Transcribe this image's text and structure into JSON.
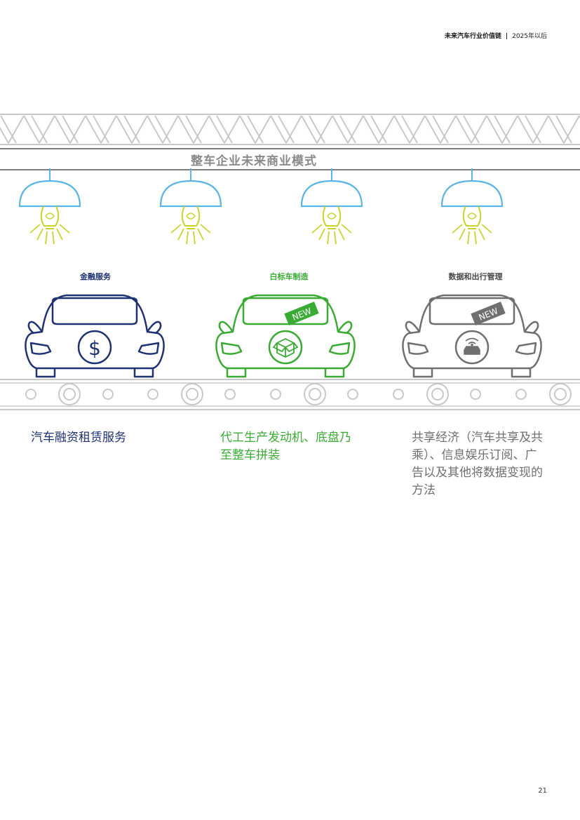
{
  "header": {
    "title": "未来汽车行业价值链",
    "separator": "|",
    "year": "2025年以后"
  },
  "section_title": "整车企业未来商业模式",
  "colors": {
    "navy": "#1f3272",
    "green": "#3aaa35",
    "gray": "#6f6f6f",
    "lamp_blue": "#5ab4e5",
    "bulb_yellow": "#c9d42a",
    "truss_gray": "#c8c8c8"
  },
  "models": [
    {
      "label": "金融服务",
      "icon": "dollar-icon",
      "description": "汽车融资租赁服务",
      "badge": ""
    },
    {
      "label": "白标车制造",
      "icon": "box-icon",
      "description": "代工生产发动机、底盘乃至整车拼装",
      "badge": "NEW"
    },
    {
      "label": "数据和出行管理",
      "icon": "car-signal-icon",
      "description": "共享经济（汽车共享及共乘）、信息娱乐订阅、广告以及其他将数据变现的方法",
      "badge": "NEW"
    }
  ],
  "page_number": "21"
}
